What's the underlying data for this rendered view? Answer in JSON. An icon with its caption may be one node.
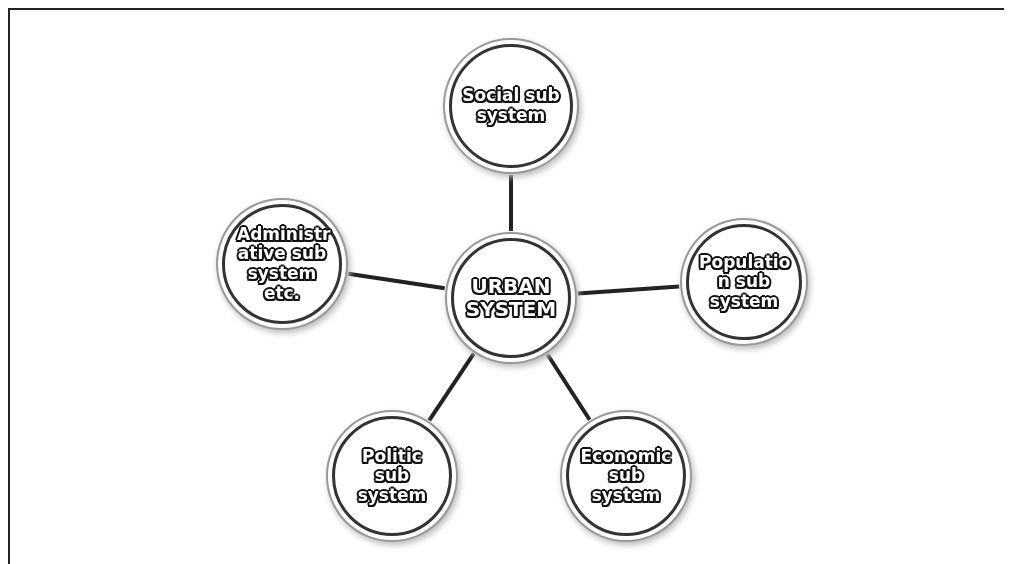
{
  "diagram": {
    "nodes": [
      {
        "text": [
          "Social sub system"
        ]
      },
      {
        "text": [
          "Administr ative sub system etc."
        ]
      },
      {
        "text": [
          "Populatio n sub system"
        ]
      },
      {
        "text": [
          "URBAN SYSTEM"
        ]
      },
      {
        "text": [
          "Politic sub system"
        ]
      },
      {
        "text": [
          "Economic sub system"
        ]
      }
    ],
    "edges": [
      {
        "from": 3,
        "to": 0,
        "arrow": "none"
      },
      {
        "from": 3,
        "to": 1,
        "arrow": "none"
      },
      {
        "from": 3,
        "to": 2,
        "arrow": "none"
      },
      {
        "from": 3,
        "to": 4,
        "arrow": "none"
      },
      {
        "from": 3,
        "to": 5,
        "arrow": "none"
      }
    ]
  }
}
